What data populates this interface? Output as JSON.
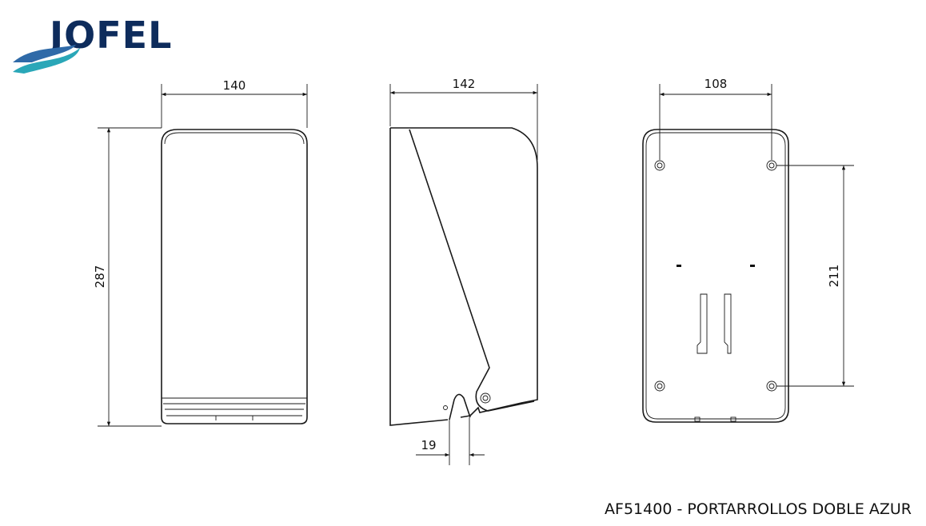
{
  "brand": {
    "logo_text": "JOFEL",
    "colors": {
      "navy": "#0e2c5c",
      "blue": "#2f6aa8",
      "teal": "#2aa7b8"
    }
  },
  "dimensions": {
    "front_width": "140",
    "front_height": "287",
    "side_depth": "142",
    "side_slot": "19",
    "back_hole_spacing_h": "108",
    "back_hole_spacing_v": "211"
  },
  "caption": "AF51400 - PORTARROLLOS DOBLE AZUR"
}
